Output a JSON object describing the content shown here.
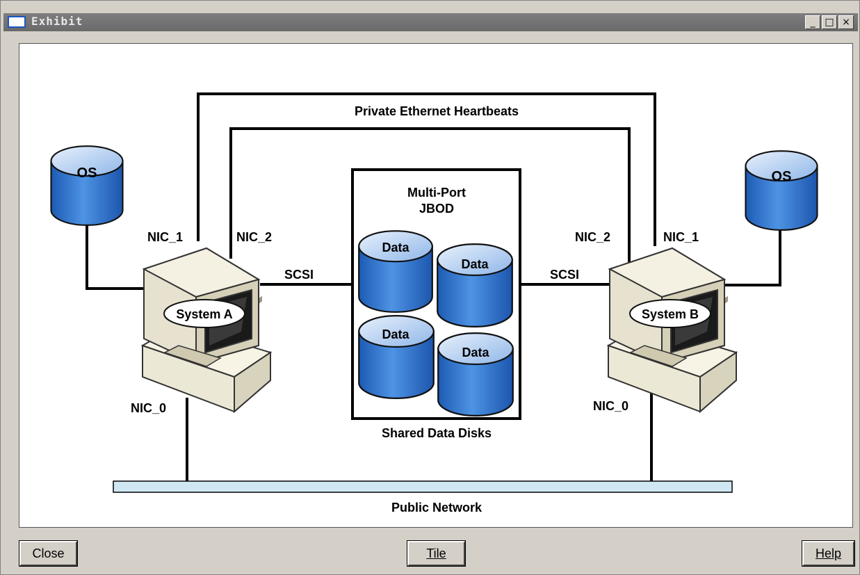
{
  "window": {
    "title": "Exhibit",
    "controls": {
      "minimize": "_",
      "maximize": "□",
      "close": "×"
    }
  },
  "diagram": {
    "heartbeat_label": "Private Ethernet Heartbeats",
    "jbod": {
      "label_line1": "Multi-Port",
      "label_line2": "JBOD",
      "caption": "Shared Data Disks",
      "disks": [
        "Data",
        "Data",
        "Data",
        "Data"
      ]
    },
    "system_a": {
      "label": "System A",
      "os": "OS",
      "nic0": "NIC_0",
      "nic1": "NIC_1",
      "nic2": "NIC_2",
      "scsi": "SCSI"
    },
    "system_b": {
      "label": "System B",
      "os": "OS",
      "nic0": "NIC_0",
      "nic1": "NIC_1",
      "nic2": "NIC_2",
      "scsi": "SCSI"
    },
    "public_network": "Public Network"
  },
  "buttons": {
    "close": "Close",
    "tile": "Tile",
    "help": "Help"
  },
  "colors": {
    "disk_blue": "#2f74cf",
    "disk_top": "#b9d3f3",
    "network_bar": "#cfe7f3",
    "title_bg": "#737373"
  }
}
